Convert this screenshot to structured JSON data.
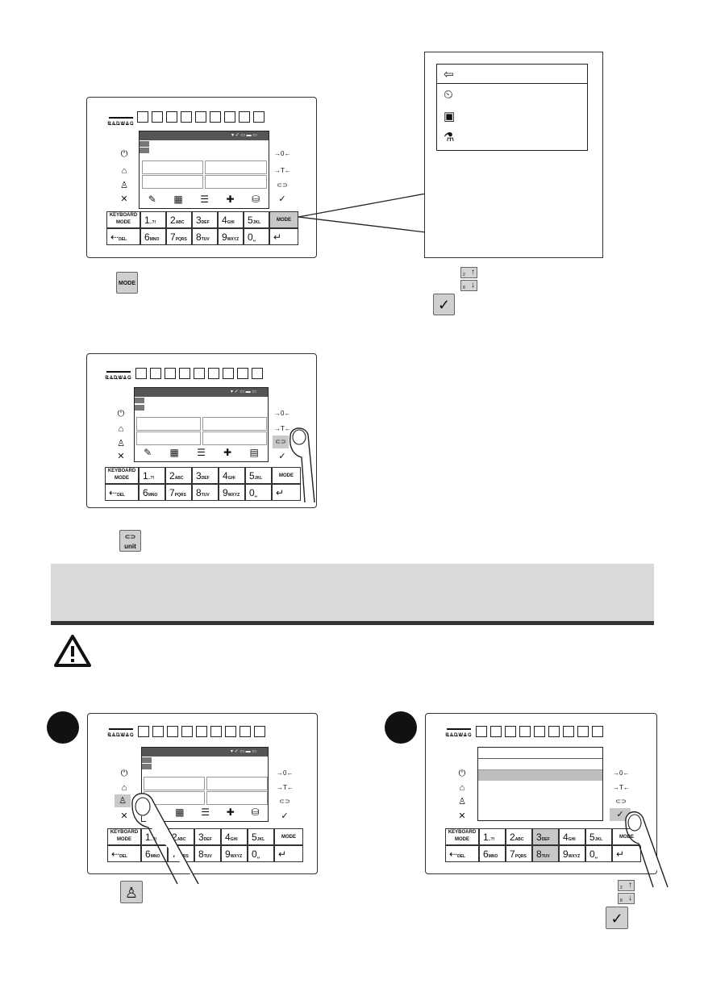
{
  "step1": {
    "device_brand": "RADWAG",
    "side_left_icons": [
      "power-icon",
      "home-icon",
      "user-icon",
      "close-icon"
    ],
    "side_right_labels": [
      "→0←",
      "→T←"
    ],
    "keys_row1": [
      {
        "main": "KEYBOARD MODE"
      },
      {
        "main": "1",
        "sub": "..?!"
      },
      {
        "main": "2",
        "sub": "ABC"
      },
      {
        "main": "3",
        "sub": "DEF"
      },
      {
        "main": "4",
        "sub": "GHI"
      },
      {
        "main": "5",
        "sub": "JKL"
      },
      {
        "main": "MODE"
      }
    ],
    "keys_row2": [
      {
        "main": "⇠",
        "sub": "DEL"
      },
      {
        "main": "6",
        "sub": "MNO"
      },
      {
        "main": "7",
        "sub": "PQRS"
      },
      {
        "main": "8",
        "sub": "TUV"
      },
      {
        "main": "9",
        "sub": "WXYZ"
      },
      {
        "main": "0",
        "sub": "␣"
      },
      {
        "main": "↵"
      }
    ],
    "mode_button_label": "MODE"
  },
  "menu_popup": {
    "items": [
      "back-icon",
      "scale-icon",
      "block-icon",
      "lab-icon"
    ]
  },
  "nav_buttons": {
    "up_digit": "2",
    "down_digit": "8"
  },
  "colors": {
    "line": "#222222",
    "button_gray": "#cfcfcf",
    "band_gray": "#d9d9d9",
    "rule_dark": "#333333"
  },
  "headline_band": {
    "text": ""
  }
}
